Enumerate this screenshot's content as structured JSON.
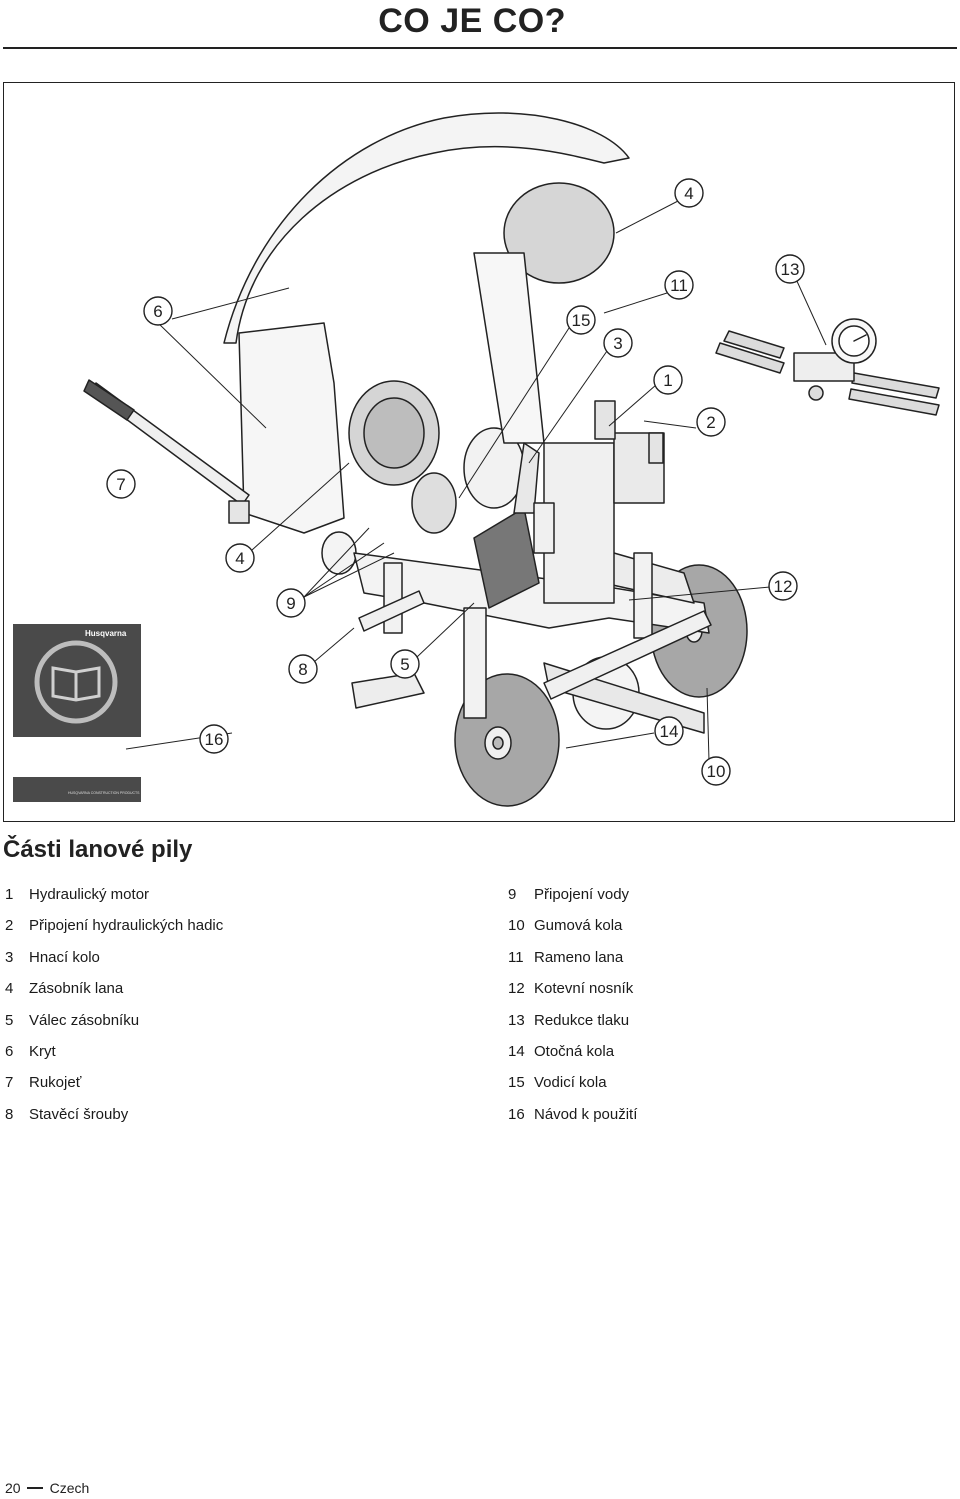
{
  "page": {
    "title": "CO JE CO?",
    "number": "20",
    "language": "Czech"
  },
  "figure": {
    "manual_brand": "Husqvarna",
    "manual_footer": "HUSQVARNA CONSTRUCTION PRODUCTS",
    "callouts": [
      "4",
      "13",
      "11",
      "6",
      "15",
      "3",
      "1",
      "2",
      "7",
      "4",
      "12",
      "9",
      "8",
      "5",
      "16",
      "14",
      "10"
    ],
    "icons": [
      "book-icon"
    ]
  },
  "parts": {
    "heading": "Části lanové pily",
    "items": [
      {
        "num": "1",
        "label": "Hydraulický motor"
      },
      {
        "num": "2",
        "label": "Připojení hydraulických hadic"
      },
      {
        "num": "3",
        "label": "Hnací kolo"
      },
      {
        "num": "4",
        "label": "Zásobník lana"
      },
      {
        "num": "5",
        "label": "Válec zásobníku"
      },
      {
        "num": "6",
        "label": "Kryt"
      },
      {
        "num": "7",
        "label": "Rukojeť"
      },
      {
        "num": "8",
        "label": "Stavěcí šrouby"
      },
      {
        "num": "9",
        "label": "Připojení vody"
      },
      {
        "num": "10",
        "label": "Gumová kola"
      },
      {
        "num": "11",
        "label": "Rameno lana"
      },
      {
        "num": "12",
        "label": "Kotevní nosník"
      },
      {
        "num": "13",
        "label": "Redukce tlaku"
      },
      {
        "num": "14",
        "label": "Otočná kola"
      },
      {
        "num": "15",
        "label": "Vodicí kola"
      },
      {
        "num": "16",
        "label": "Návod k použití"
      }
    ]
  }
}
